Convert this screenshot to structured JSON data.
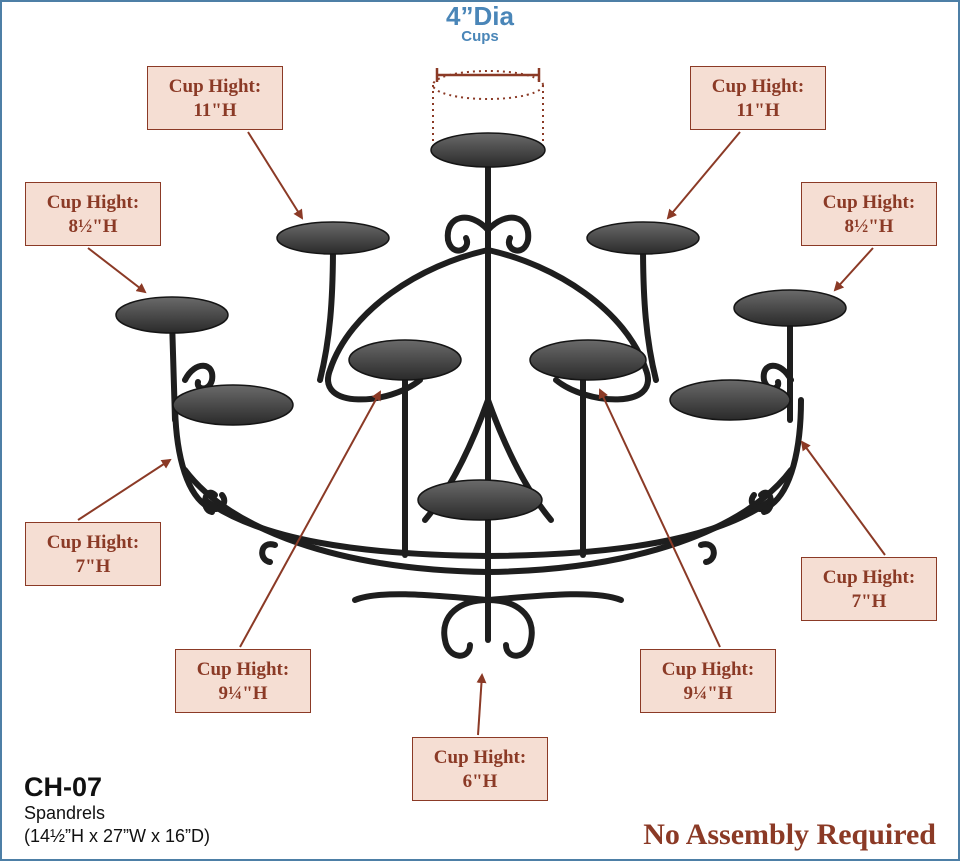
{
  "header": {
    "diameter": "4”Dia",
    "unit": "Cups"
  },
  "labels": [
    {
      "id": "top-left",
      "title": "Cup Hight:",
      "value": "11\"H"
    },
    {
      "id": "top-right",
      "title": "Cup Hight:",
      "value": "11\"H"
    },
    {
      "id": "upper-left",
      "title": "Cup Hight:",
      "value": "8½\"H"
    },
    {
      "id": "upper-right",
      "title": "Cup Hight:",
      "value": "8½\"H"
    },
    {
      "id": "mid-left",
      "title": "Cup Hight:",
      "value": "7\"H"
    },
    {
      "id": "mid-right",
      "title": "Cup Hight:",
      "value": "7\"H"
    },
    {
      "id": "lower-left",
      "title": "Cup Hight:",
      "value": "9¼\"H"
    },
    {
      "id": "lower-right",
      "title": "Cup Hight:",
      "value": "9¼\"H"
    },
    {
      "id": "bottom",
      "title": "Cup Hight:",
      "value": "6\"H"
    }
  ],
  "product": {
    "code": "CH-07",
    "name": "Spandrels",
    "dimensions": "(14½”H x 27”W x 16”D)"
  },
  "footer": {
    "note": "No Assembly Required"
  },
  "colors": {
    "frame": "#4d7fa6",
    "accent_blue": "#4a86b8",
    "label_fill": "#f5ded3",
    "label_border": "#8b3a26",
    "label_text": "#8b3a26",
    "iron": "#1e1e1e"
  }
}
